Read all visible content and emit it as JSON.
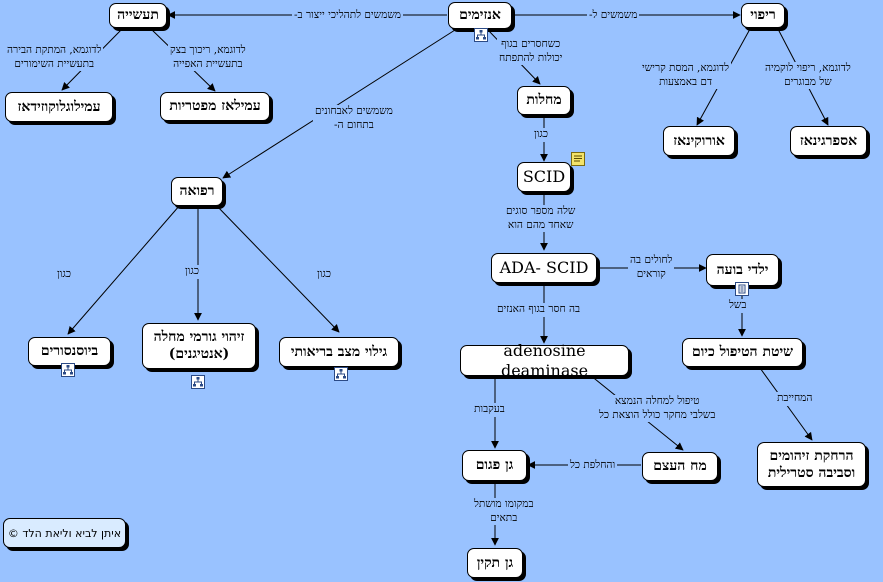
{
  "nodes": {
    "enzymes": "אנזימים",
    "industry": "תעשייה",
    "medicine_main": "ריפוי",
    "amylo": "עמילוגלוקוזידאז",
    "bacterial_amylase": "עמילאז מפטריות",
    "urokinase": "אורוקינאז",
    "asparaginase": "אספרגינאז",
    "diseases": "מחלות",
    "scid": "SCID",
    "ada_scid": "ADA- SCID",
    "bubble_children": "ילדי בועה",
    "ada_enzyme": "adenosine deaminase",
    "treatment_method": "שיטת הטיפול כיום",
    "sterile": "הרחקת זיהומים וסביבה סטרילית",
    "medicine": "רפואה",
    "biosensors": "ביוסנסורים",
    "antigens": "זיהוי גורמי מחלה (אנטיגנים)",
    "health": "גילוי מצב בריאותי",
    "bone_marrow": "מח העצם",
    "faulty_gene": "גן פגום",
    "fixed_gene": "גן תקין"
  },
  "labels": {
    "used_in_production": "משמשים לתהליכי ייצור ב-",
    "used_for": "משמשים ל-",
    "amylo_example": "לדוגמא, המתקת הבירה\nבתעשיית השימורים",
    "amylase_example": "לדוגמא, ריכוך בצק\nבתעשיית האפייה",
    "urokinase_example": "לדוגמא, המסת קרישי\nדם באמצעות",
    "asparaginase_example": "לדוגמא, ריפוי לוקמיה\nשל מבוגרים",
    "when_missing": "כשחסרים בגוף\nיכולות להתפתח",
    "such_as_1": "כגון",
    "scid_types": "שלה מספר סוגים\nשאחד מהם הוא",
    "patients_called": "לחולים בה\nקוראים",
    "because_of": "בשל",
    "missing_in_body": "בה חסר בגוף האנזים",
    "requires": "המחייבת",
    "diagnosis_field": "משמשים לאבחונים\nבתחום ה-",
    "such_as_2": "כגון",
    "such_as_3": "כגון",
    "such_as_4": "כגון",
    "treatment_full": "טיפול למחלה הנמצא\nבשלבי מחקר כולל הוצאת כל",
    "exchange_all": "והחלפת כל",
    "contains": "בעקבות",
    "replaced_by": "במקומו מושתל\nבתאים"
  },
  "credit": "איתן לביא וליאת הלד ©"
}
